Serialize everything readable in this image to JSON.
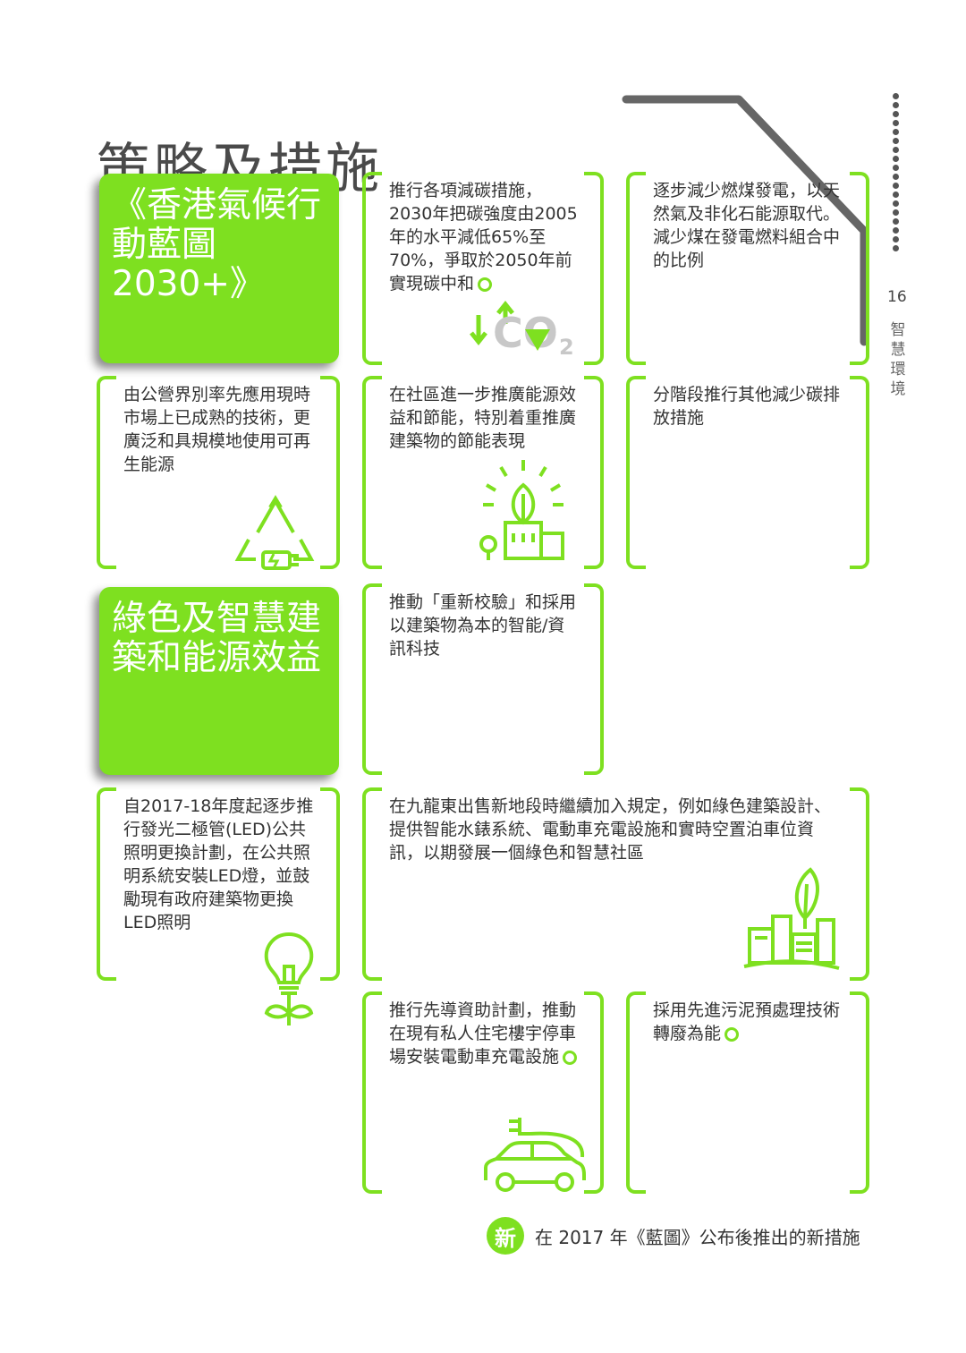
{
  "page": {
    "title": "策略及措施",
    "page_number": "16",
    "section_label": "智慧環境"
  },
  "colors": {
    "accent": "#7ee020",
    "title": "#4a4a4a",
    "text": "#333333"
  },
  "headings": {
    "blueprint": "《香港氣候行動藍圖2030+》",
    "green_building": "綠色及智慧建築和能源效益"
  },
  "cards": {
    "c1": "推行各項減碳措施，2030年把碳強度由2005年的水平減低65%至70%，爭取於2050年前實現碳中和",
    "c2": "逐步減少燃煤發電，以天然氣及非化石能源取代。減少煤在發電燃料組合中的比例",
    "c3": "由公營界別率先應用現時市場上已成熟的技術，更廣泛和具規模地使用可再生能源",
    "c4": "在社區進一步推廣能源效益和節能，特別着重推廣建築物的節能表現",
    "c5": "分階段推行其他減少碳排放措施",
    "c6": "推動「重新校驗」和採用以建築物為本的智能/資訊科技",
    "c7": "自2017-18年度起逐步推行發光二極管(LED)公共照明更換計劃，在公共照明系統安裝LED燈，並鼓勵現有政府建築物更換LED照明",
    "c8": "在九龍東出售新地段時繼續加入規定，例如綠色建築設計、提供智能水錶系統、電動車充電設施和實時空置泊車位資訊，以期發展一個綠色和智慧社區",
    "c9": "推行先導資助計劃，推動在現有私人住宅樓宇停車場安裝電動車充電設施",
    "c10": "採用先進污泥預處理技術轉廢為能"
  },
  "icons": {
    "co2": {
      "name": "co2-icon",
      "text": "CO",
      "sub": "2"
    },
    "recycle": "recycle-plug-icon",
    "building_leaf": "building-leaf-icon",
    "bulb": "led-bulb-icon",
    "city_leaf": "city-leaf-icon",
    "ev": "ev-car-icon"
  },
  "legend": {
    "icon_text": "新",
    "text": "在 2017 年《藍圖》公布後推出的新措施"
  }
}
